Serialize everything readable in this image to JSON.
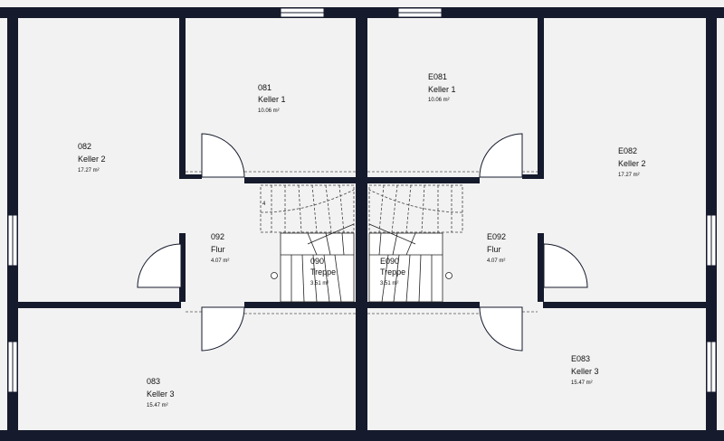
{
  "rooms": {
    "keller2_left": {
      "number": "082",
      "name": "Keller 2",
      "area": "17.27 m²"
    },
    "keller1_left": {
      "number": "081",
      "name": "Keller 1",
      "area": "10.06 m²"
    },
    "flur_left": {
      "number": "092",
      "name": "Flur",
      "area": "4.07 m²"
    },
    "treppe_left": {
      "number": "090",
      "name": "Treppe",
      "area": "3.51 m²"
    },
    "keller3_left": {
      "number": "083",
      "name": "Keller 3",
      "area": "15.47 m²"
    },
    "keller1_right": {
      "number": "E081",
      "name": "Keller 1",
      "area": "10.06 m²"
    },
    "keller2_right": {
      "number": "E082",
      "name": "Keller 2",
      "area": "17.27 m²"
    },
    "flur_right": {
      "number": "E092",
      "name": "Flur",
      "area": "4.07 m²"
    },
    "treppe_right": {
      "number": "E090",
      "name": "Treppe",
      "area": "3.51 m²"
    },
    "keller3_right": {
      "number": "E083",
      "name": "Keller 3",
      "area": "15.47 m²"
    }
  },
  "stair_marker": "4",
  "colors": {
    "wall": "#151a2c",
    "floor": "#f2f2f2"
  }
}
